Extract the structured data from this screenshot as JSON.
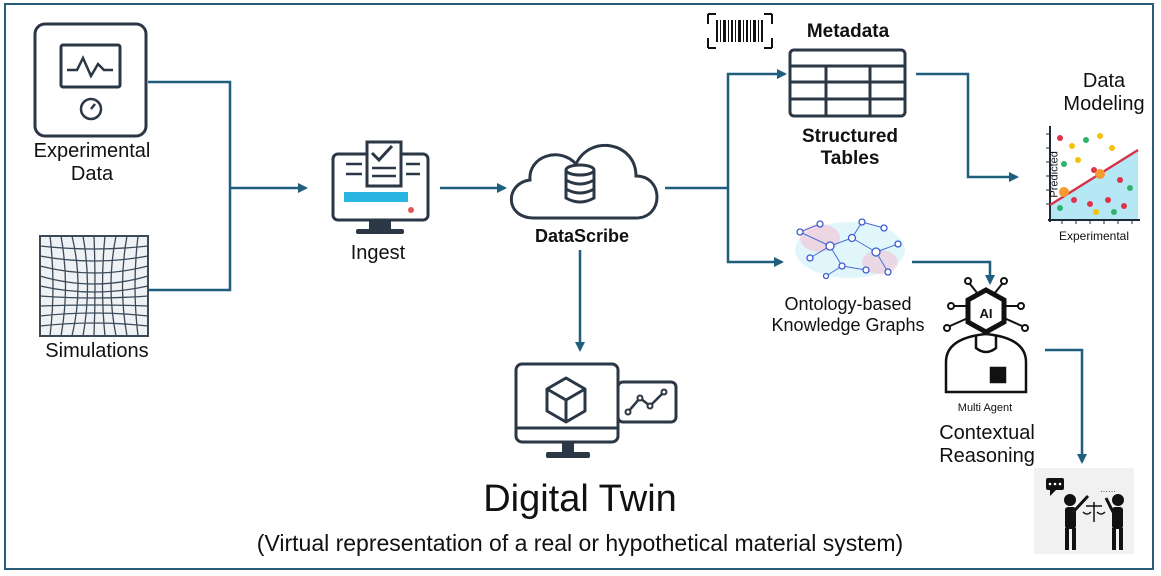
{
  "diagram": {
    "nodes": {
      "experimental": "Experimental\nData",
      "simulations": "Simulations",
      "ingest": "Ingest",
      "datascribe": "DataScribe",
      "metadata": "Metadata",
      "structured_tables": "Structured\nTables",
      "data_modeling": "Data\nModeling",
      "knowledge_graphs": "Ontology-based\nKnowledge Graphs",
      "multi_agent": "Multi Agent",
      "contextual_reasoning": "Contextual\nReasoning",
      "ai_badge": "AI"
    },
    "plot": {
      "ylabel": "Predicted",
      "xlabel": "Experimental"
    },
    "digital_twin": {
      "title": "Digital Twin",
      "subtitle": "(Virtual representation of a real or hypothetical material system)"
    },
    "colors": {
      "arrow": "#1f5f7d",
      "frame": "#2a5b78",
      "cyan": "#29b6e3",
      "icon_dark": "#2b3745"
    }
  }
}
